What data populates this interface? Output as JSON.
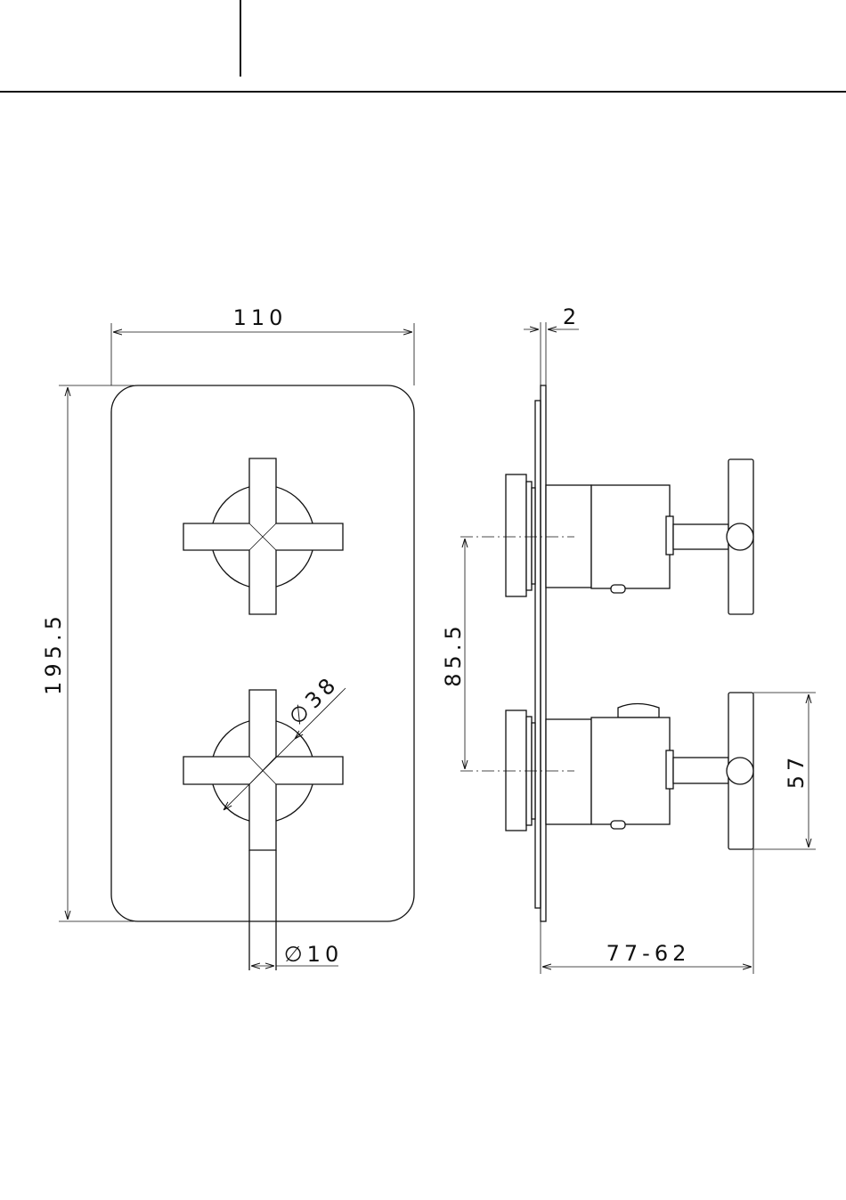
{
  "header": {
    "left_cell": "",
    "right_cell": ""
  },
  "dimensions": {
    "width": "110",
    "height": "195.5",
    "rose_diameter": "∅38",
    "spindle_diameter": "∅10",
    "plate_thickness": "2",
    "handle_spacing": "85.5",
    "handle_length": "57",
    "projection": "77-62"
  },
  "colors": {
    "line": "#111111",
    "background": "#ffffff"
  }
}
